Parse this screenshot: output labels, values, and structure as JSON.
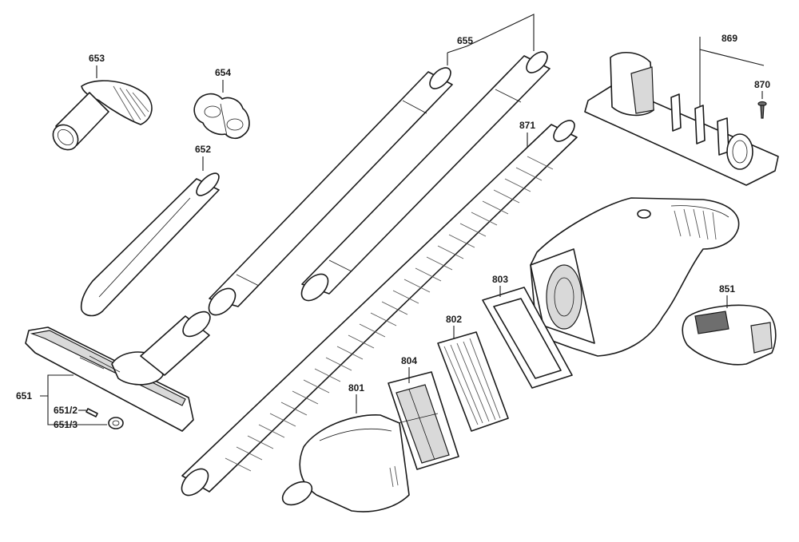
{
  "callouts": {
    "c653": "653",
    "c654": "654",
    "c652": "652",
    "c655": "655",
    "c869": "869",
    "c870": "870",
    "c871": "871",
    "c651": "651",
    "c651_2": "651/2",
    "c651_3": "651/3",
    "c801": "801",
    "c804": "804",
    "c802": "802",
    "c803": "803",
    "c851": "851"
  }
}
